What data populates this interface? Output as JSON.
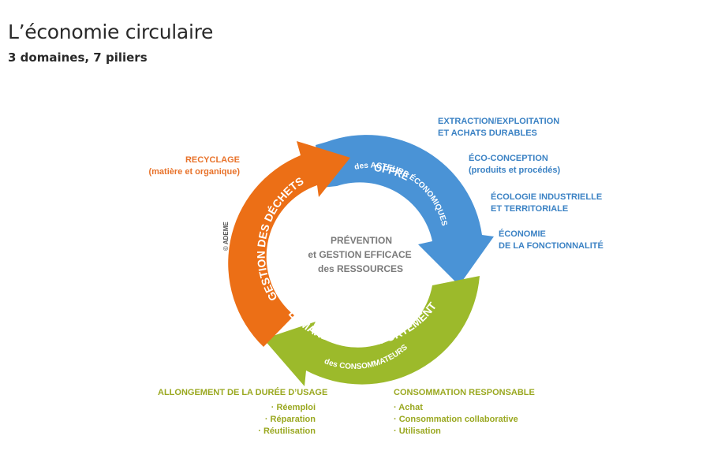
{
  "title": "L’économie circulaire",
  "subtitle": "3 domaines, 7 piliers",
  "copyright": "© ADEME",
  "center": {
    "line1": "PRÉVENTION",
    "line2": "et GESTION EFFICACE",
    "line3": "des RESSOURCES"
  },
  "arrows": {
    "offre": {
      "main": "OFFRE",
      "sub": "des ACTEURS ÉCONOMIQUES",
      "color": "#4a93d6"
    },
    "demande": {
      "main": "DEMANDE ET COMPORTEMENT",
      "sub": "des CONSOMMATEURS",
      "color": "#9cba2b"
    },
    "dechets": {
      "main": "GESTION DES DÉCHETS",
      "color": "#ec6f16"
    }
  },
  "offre_pillars": [
    {
      "l1": "EXTRACTION/EXPLOITATION",
      "l2": "ET ACHATS DURABLES"
    },
    {
      "l1": "ÉCO-CONCEPTION",
      "l2": "(produits et procédés)"
    },
    {
      "l1": "ÉCOLOGIE INDUSTRIELLE",
      "l2": "ET TERRITORIALE"
    },
    {
      "l1": "ÉCONOMIE",
      "l2": "DE LA FONCTIONNALITÉ"
    }
  ],
  "recyclage": {
    "l1": "RECYCLAGE",
    "l2": "(matière et organique)"
  },
  "allongement": {
    "heading": "ALLONGEMENT DE LA DURÉE D’USAGE",
    "items": [
      "· Réemploi",
      "· Réparation",
      "· Réutilisation"
    ]
  },
  "consommation": {
    "heading": "CONSOMMATION RESPONSABLE",
    "items": [
      "· Achat",
      "· Consommation collaborative",
      "· Utilisation"
    ]
  }
}
